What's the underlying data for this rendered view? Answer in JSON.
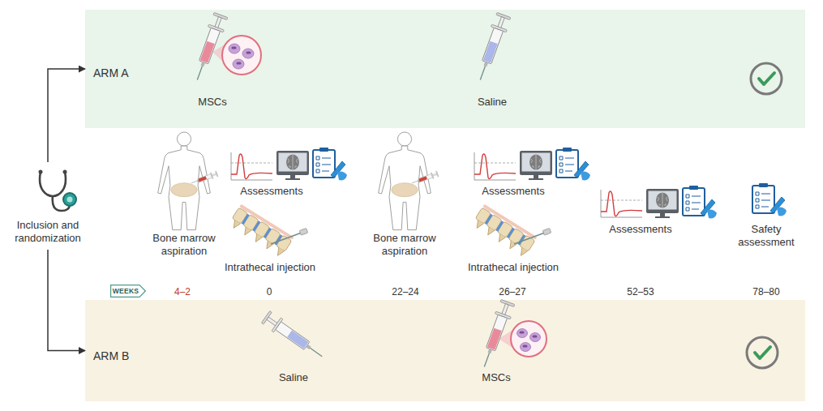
{
  "diagram": {
    "nodes": [
      {
        "text": [
          "ARM A",
          "MSCs",
          "Saline"
        ]
      },
      {
        "text": [
          "Inclusion and randomization"
        ]
      },
      {
        "text": [
          "WEEKS"
        ]
      },
      {
        "text": [
          "ARM B",
          "Saline",
          "MSCs"
        ]
      }
    ],
    "edges": [
      {
        "from": 1,
        "to": 0,
        "arrow": "to"
      },
      {
        "from": 1,
        "to": 3,
        "arrow": "to"
      }
    ],
    "labels": [
      "Bone marrow aspiration",
      "Assessments",
      "Intrathecal injection",
      "Bone marrow aspiration",
      "Assessments",
      "Intrathecal injection",
      "Assessments",
      "Safety assessment",
      "4–2",
      "0",
      "22–24",
      "26–27",
      "52–53",
      "78–80"
    ]
  }
}
